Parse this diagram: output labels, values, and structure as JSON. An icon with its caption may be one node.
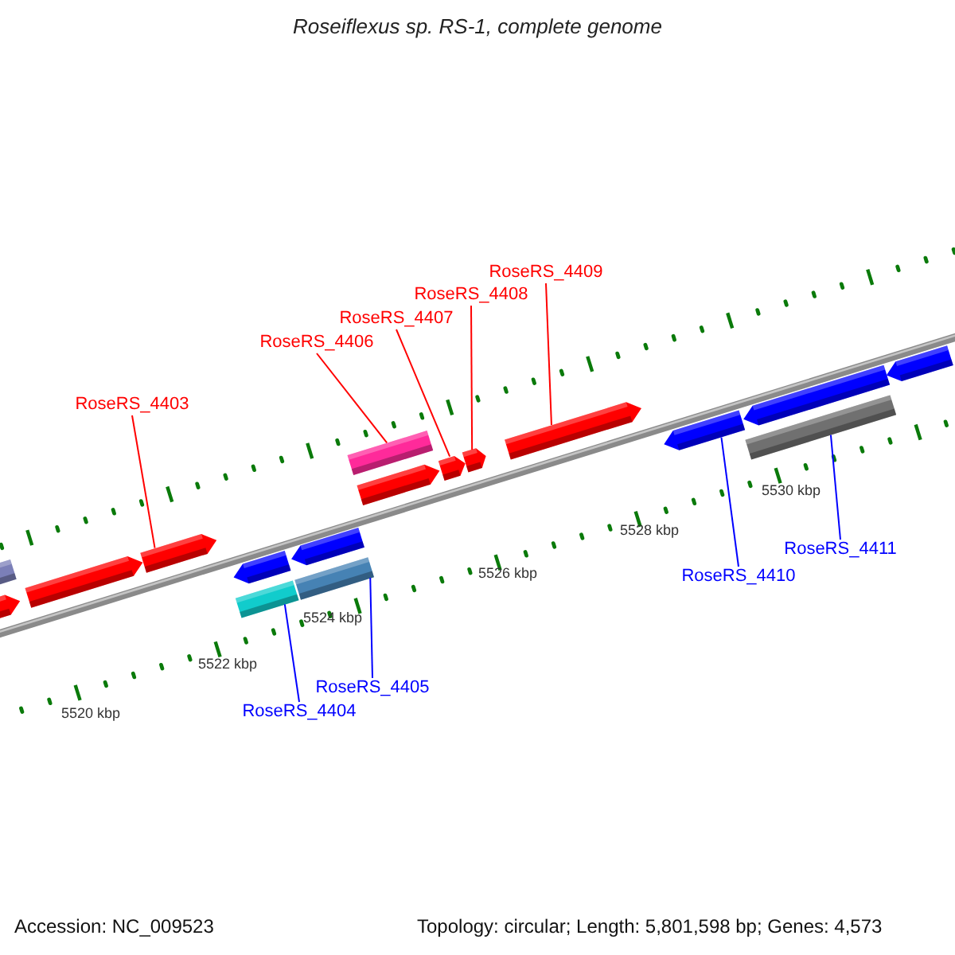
{
  "diagram": {
    "title": "Roseiflexus sp. RS-1, complete genome",
    "nodes": [
      {
        "text": [
          "RoseRS_4409"
        ]
      },
      {
        "text": [
          "RoseRS_4408"
        ]
      },
      {
        "text": [
          "RoseRS_4407"
        ]
      },
      {
        "text": [
          "RoseRS_4406"
        ]
      },
      {
        "text": [
          "RoseRS_4403"
        ]
      },
      {
        "text": [
          "RoseRS_4410"
        ]
      },
      {
        "text": [
          "RoseRS_4411"
        ]
      },
      {
        "text": [
          "RoseRS_4405"
        ]
      },
      {
        "text": [
          "RoseRS_4404"
        ]
      },
      {
        "text": [],
        "shape": "arrow"
      },
      {
        "text": [],
        "shape": "bar"
      },
      {
        "text": [],
        "shape": "arrow"
      },
      {
        "text": [],
        "shape": "arrow"
      },
      {
        "text": [],
        "shape": "arrow"
      },
      {
        "text": [],
        "shape": "bar"
      },
      {
        "text": [],
        "shape": "arrow"
      },
      {
        "text": [],
        "shape": "bar"
      },
      {
        "text": [],
        "shape": "bar"
      },
      {
        "text": [],
        "shape": "arrow"
      },
      {
        "text": [],
        "shape": "arrow"
      },
      {
        "text": [],
        "shape": "arrow"
      },
      {
        "text": [],
        "shape": "arrow"
      },
      {
        "text": [],
        "shape": "arrow"
      },
      {
        "text": [],
        "shape": "arrow"
      },
      {
        "text": [],
        "shape": "bar"
      },
      {
        "text": [],
        "shape": "arrow"
      }
    ],
    "edges": [
      {
        "from": 0,
        "to": 21,
        "arrow": "none"
      },
      {
        "from": 1,
        "to": 20,
        "arrow": "none"
      },
      {
        "from": 2,
        "to": 19,
        "arrow": "none"
      },
      {
        "from": 3,
        "to": 17,
        "arrow": "none"
      },
      {
        "from": 4,
        "to": 12,
        "arrow": "none"
      },
      {
        "from": 5,
        "to": 22,
        "arrow": "none",
        "color": "#0000ff"
      },
      {
        "from": 6,
        "to": 24,
        "arrow": "none",
        "color": "#0000ff"
      },
      {
        "from": 7,
        "to": 16,
        "arrow": "none",
        "color": "#0000ff"
      },
      {
        "from": 8,
        "to": 14,
        "arrow": "none",
        "color": "#0000ff"
      }
    ],
    "labels": [
      "5520 kbp",
      "5522 kbp",
      "5524 kbp",
      "5526 kbp",
      "5528 kbp",
      "5530 kbp",
      "Accession: NC_009523",
      "Topology: circular; Length: 5,801,598 bp; Genes: 4,573"
    ]
  }
}
